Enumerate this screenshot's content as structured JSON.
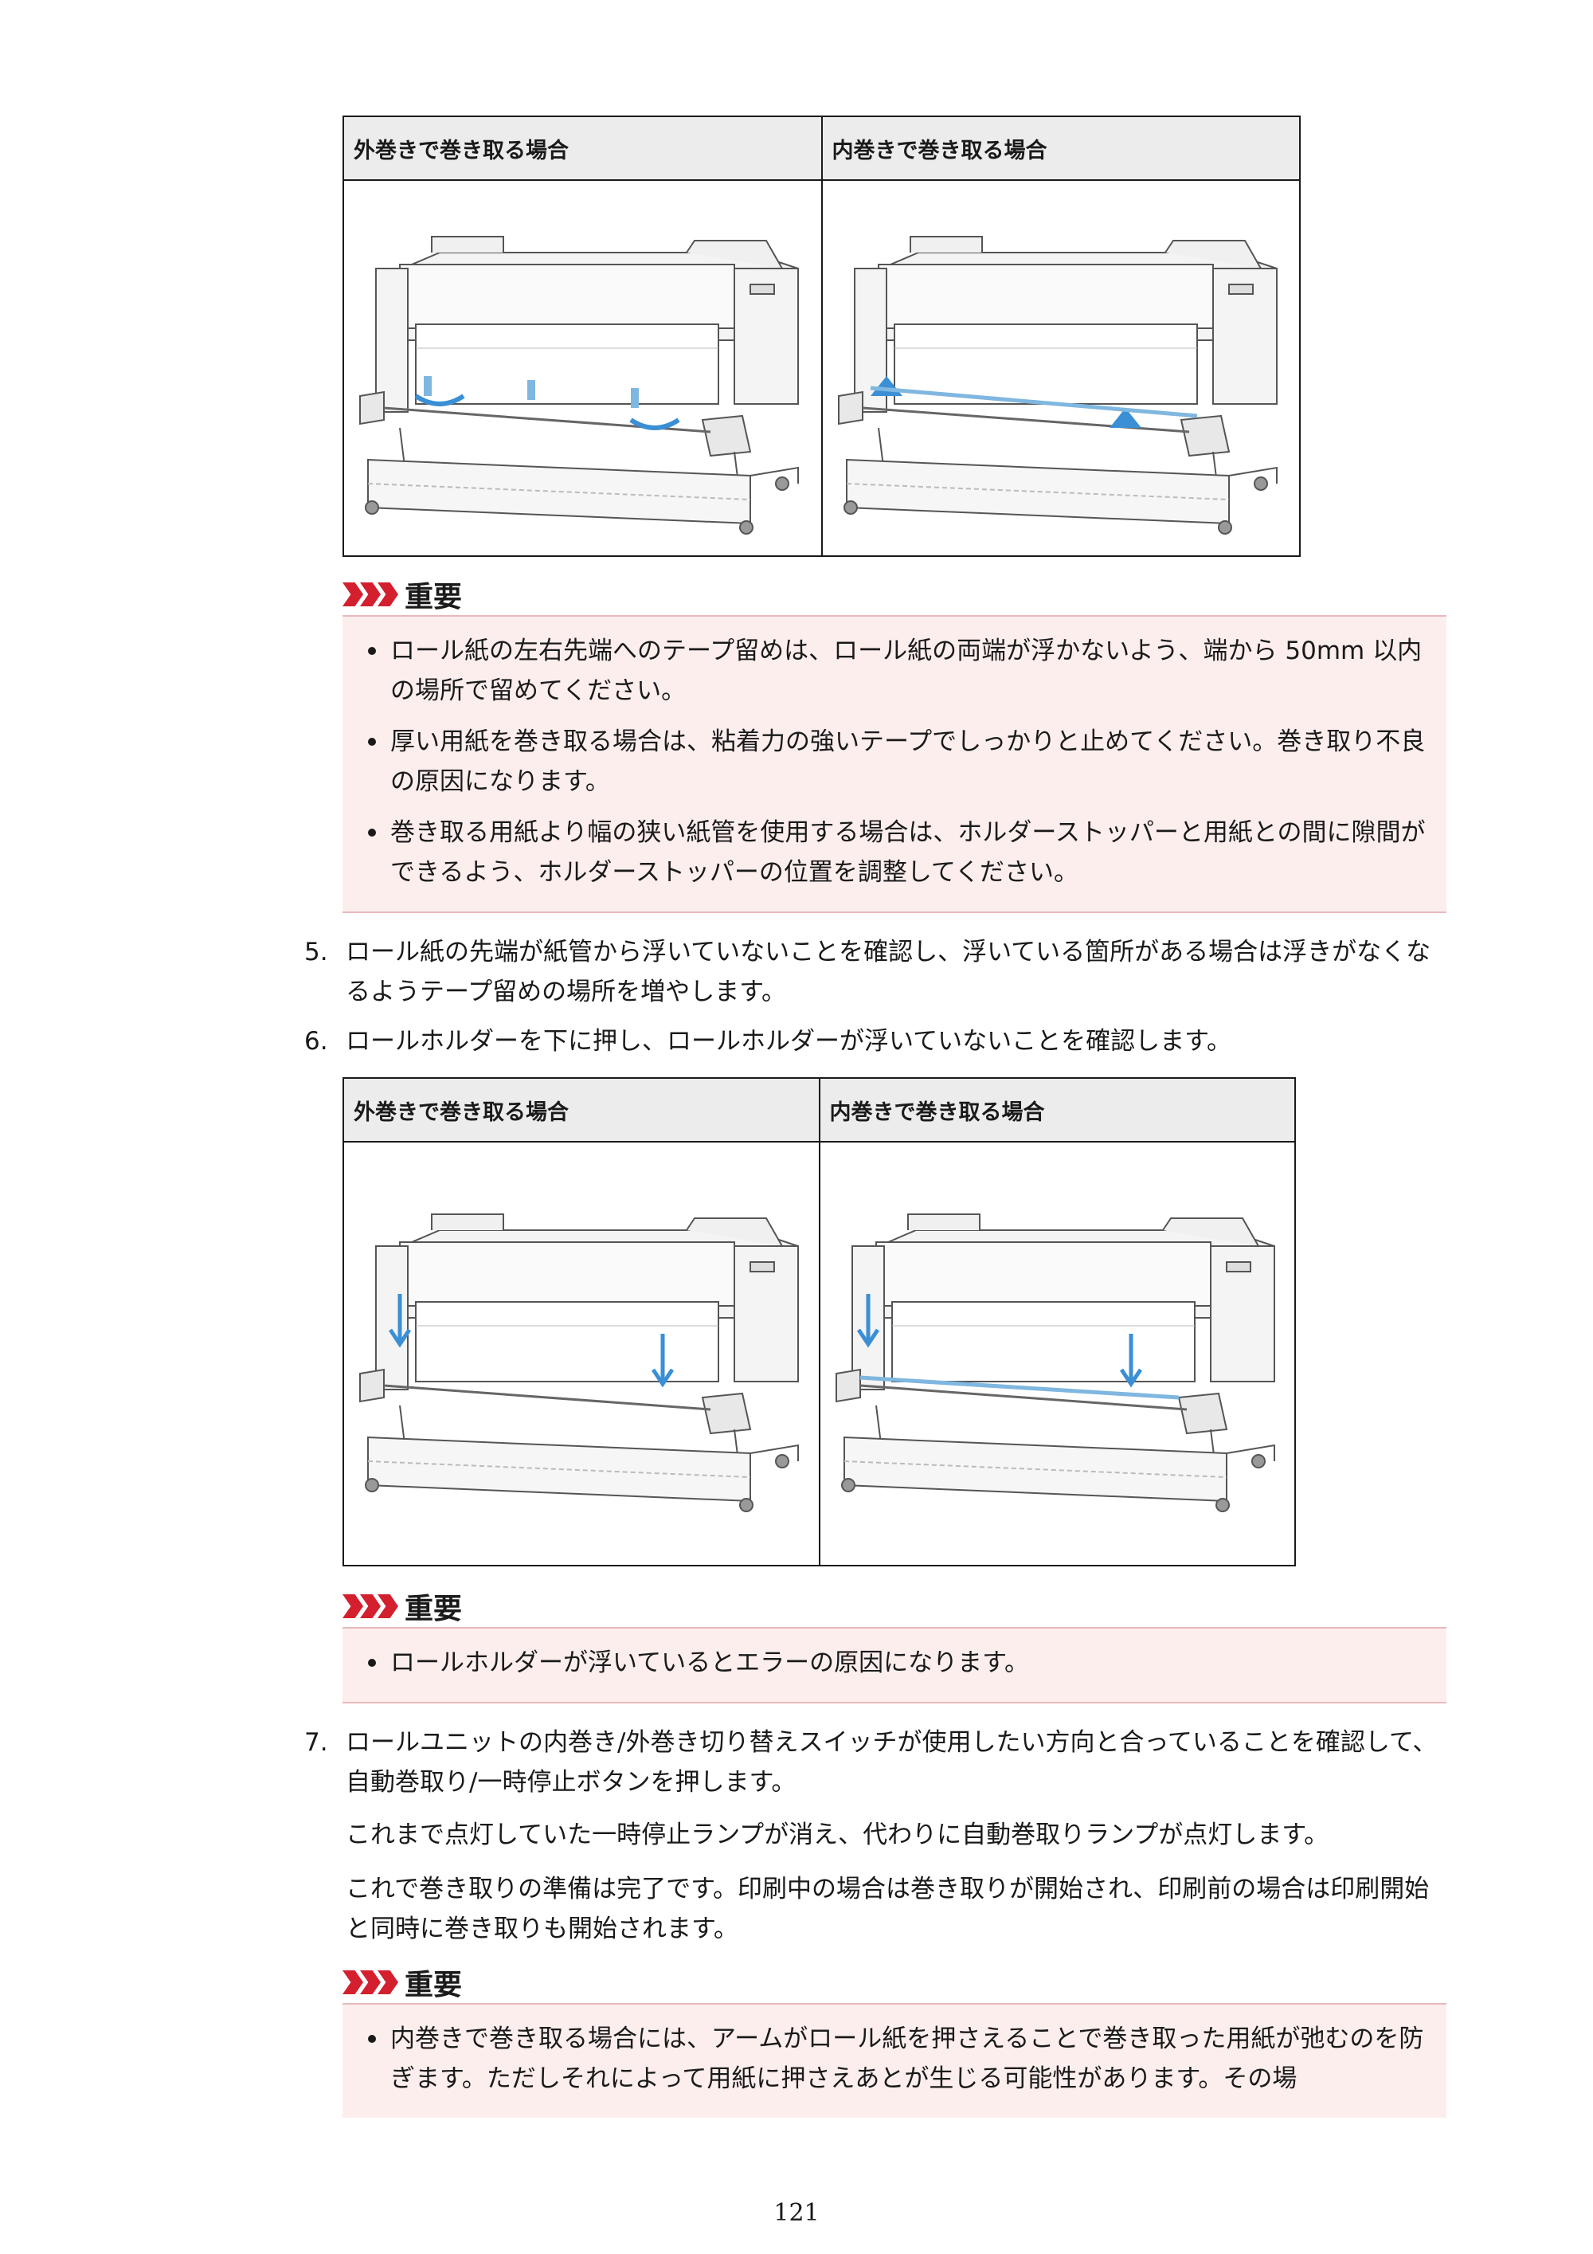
{
  "figure_a": {
    "header_outer": "外巻きで巻き取る場合",
    "header_inner": "内巻きで巻き取る場合"
  },
  "important_1": {
    "label": "重要",
    "items": [
      "ロール紙の左右先端へのテープ留めは、ロール紙の両端が浮かないよう、端から 50mm 以内の場所で留めてください。",
      "厚い用紙を巻き取る場合は、粘着力の強いテープでしっかりと止めてください。巻き取り不良の原因になります。",
      "巻き取る用紙より幅の狭い紙管を使用する場合は、ホルダーストッパーと用紙との間に隙間ができるよう、ホルダーストッパーの位置を調整してください。"
    ]
  },
  "steps": {
    "s5": {
      "num": "5.",
      "text": "ロール紙の先端が紙管から浮いていないことを確認し、浮いている箇所がある場合は浮きがなくなるようテープ留めの場所を増やします。"
    },
    "s6": {
      "num": "6.",
      "text": "ロールホルダーを下に押し、ロールホルダーが浮いていないことを確認します。"
    },
    "s7": {
      "num": "7.",
      "text": "ロールユニットの内巻き/外巻き切り替えスイッチが使用したい方向と合っていることを確認して、自動巻取り/一時停止ボタンを押します。"
    }
  },
  "figure_b": {
    "header_outer": "外巻きで巻き取る場合",
    "header_inner": "内巻きで巻き取る場合"
  },
  "important_2": {
    "label": "重要",
    "items": [
      "ロールホルダーが浮いているとエラーの原因になります。"
    ]
  },
  "paragraphs": {
    "p1": "これまで点灯していた一時停止ランプが消え、代わりに自動巻取りランプが点灯します。",
    "p2": "これで巻き取りの準備は完了です。印刷中の場合は巻き取りが開始され、印刷前の場合は印刷開始と同時に巻き取りも開始されます。"
  },
  "important_3": {
    "label": "重要",
    "items": [
      "内巻きで巻き取る場合には、アームがロール紙を押さえることで巻き取った用紙が弛むのを防ぎます。ただしそれによって用紙に押さえあとが生じる可能性があります。その場"
    ]
  },
  "page_number": "121",
  "colors": {
    "accent_red": "#d41f2e",
    "arrow_blue": "#3b8fd4",
    "important_bg": "#fdeeee"
  }
}
